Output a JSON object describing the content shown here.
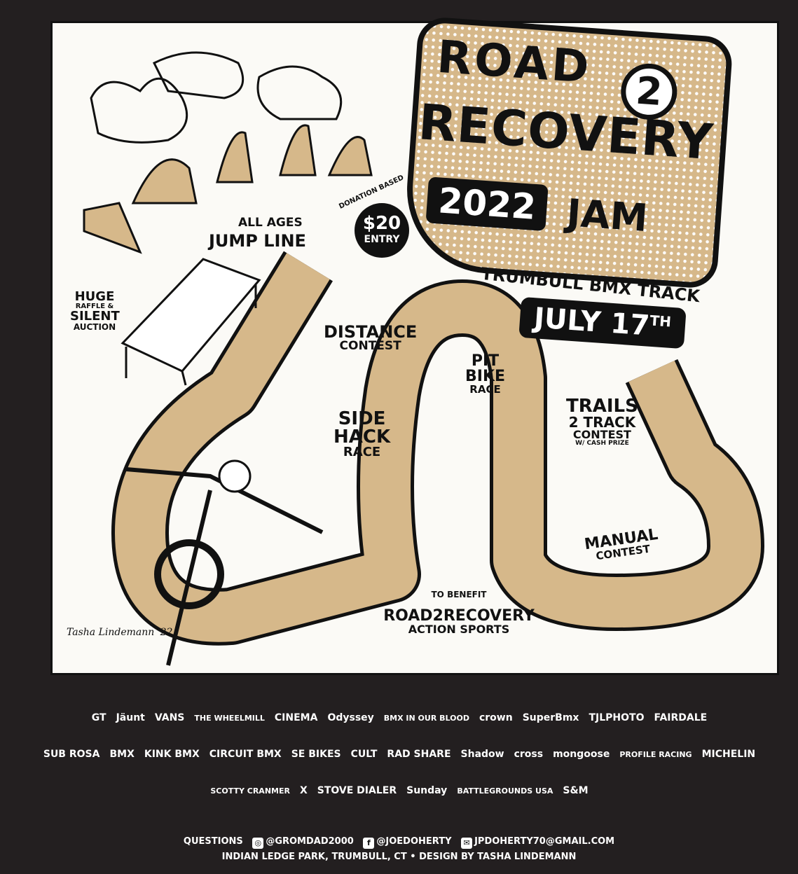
{
  "colors": {
    "background": "#231f20",
    "paper": "#fbfaf6",
    "tan": "#d6b88a",
    "ink": "#111111"
  },
  "title": {
    "line1": "ROAD",
    "number": "2",
    "line2": "RECOVERY",
    "year": "2022",
    "line3": "JAM"
  },
  "entry": {
    "caption": "DONATION BASED",
    "price": "$20",
    "label": "ENTRY"
  },
  "venue": "TRUMBULL BMX TRACK",
  "date": {
    "main": "JULY 17",
    "suffix": "TH"
  },
  "events": {
    "jump_line": {
      "l1": "ALL AGES",
      "l2": "JUMP LINE"
    },
    "raffle": {
      "l1": "HUGE",
      "l2": "RAFFLE &",
      "l3": "SILENT",
      "l4": "AUCTION"
    },
    "distance": {
      "l1": "DISTANCE",
      "l2": "CONTEST"
    },
    "pit_bike": {
      "l1": "PIT",
      "l2": "BIKE",
      "l3": "RACE"
    },
    "side_hack": {
      "l1": "SIDE",
      "l2": "HACK",
      "l3": "RACE"
    },
    "trails": {
      "l1": "TRAILS",
      "l2": "2 TRACK",
      "l3": "CONTEST",
      "l4": "W/ CASH PRIZE"
    },
    "manual": {
      "l1": "MANUAL",
      "l2": "CONTEST"
    }
  },
  "benefit": {
    "caption": "TO BENEFIT",
    "name": "ROAD2RECOVERY",
    "sub": "ACTION SPORTS"
  },
  "signature": "Tasha Lindemann '22",
  "sponsors": {
    "row1": [
      "GT",
      "Jäunt",
      "VANS",
      "THE WHEELMILL",
      "CINEMA",
      "Odyssey",
      "BMX IN OUR BLOOD",
      "crown",
      "SuperBmx",
      "TJLPHOTO",
      "FAIRDALE"
    ],
    "row2": [
      "SUB ROSA",
      "BMX",
      "KINK BMX",
      "CIRCUIT BMX",
      "SE BIKES",
      "CULT",
      "RAD SHARE",
      "Shadow",
      "cross",
      "mongoose",
      "PROFILE RACING",
      "MICHELIN"
    ],
    "row3": [
      "SCOTTY CRANMER",
      "X",
      "STOVE DIALER",
      "Sunday",
      "BATTLEGROUNDS USA",
      "S&M"
    ]
  },
  "footer": {
    "questions": "QUESTIONS",
    "instagram": "@GROMDAD2000",
    "facebook": "@JOEDOHERTY",
    "email": "JPDOHERTY70@GMAIL.COM",
    "line2": "INDIAN LEDGE PARK, TRUMBULL, CT • DESIGN  BY TASHA LINDEMANN"
  }
}
